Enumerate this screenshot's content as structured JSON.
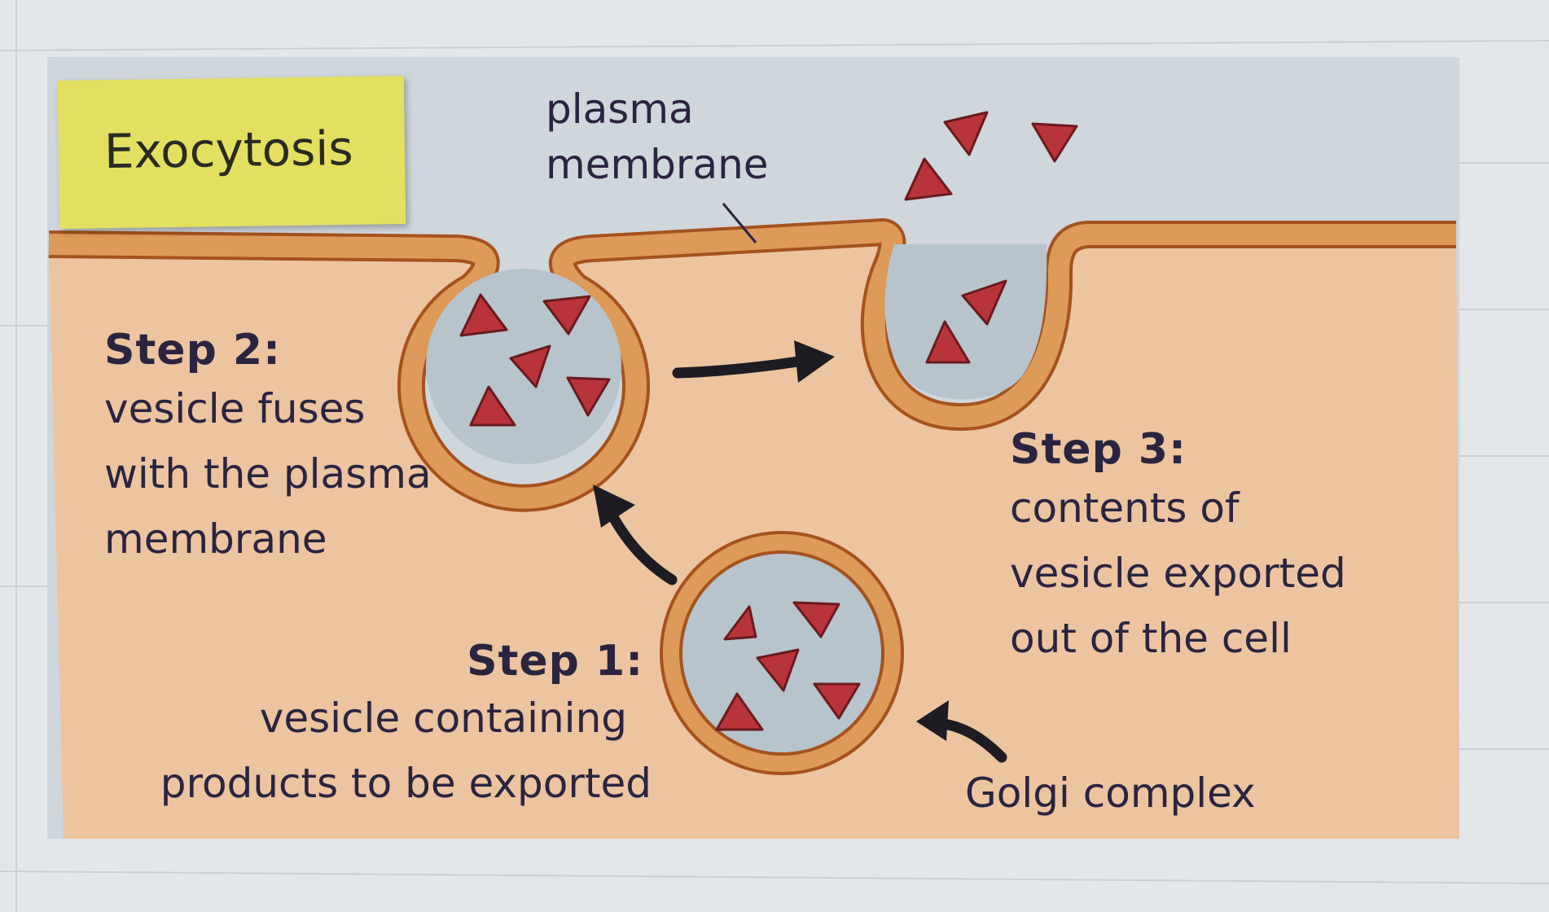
{
  "title_note": "Exocytosis",
  "labels": {
    "plasma_membrane": [
      "plasma",
      "membrane"
    ],
    "golgi_complex": "Golgi complex"
  },
  "steps": [
    {
      "heading": "Step 1:",
      "text": [
        "vesicle containing",
        "products to be exported"
      ]
    },
    {
      "heading": "Step 2:",
      "text": [
        "vesicle fuses",
        "with the plasma",
        "membrane"
      ]
    },
    {
      "heading": "Step 3:",
      "text": [
        "contents of",
        "vesicle exported",
        "out of the cell"
      ]
    }
  ],
  "colors": {
    "cytoplasm": "#ecc4a0",
    "membrane": "#dd9a58",
    "membrane_edge": "#a5521f",
    "vesicle_fill": "#b7c4cc",
    "product": "#b8343a",
    "sticky_note": "#e3e061",
    "ink": "#2a2440"
  }
}
